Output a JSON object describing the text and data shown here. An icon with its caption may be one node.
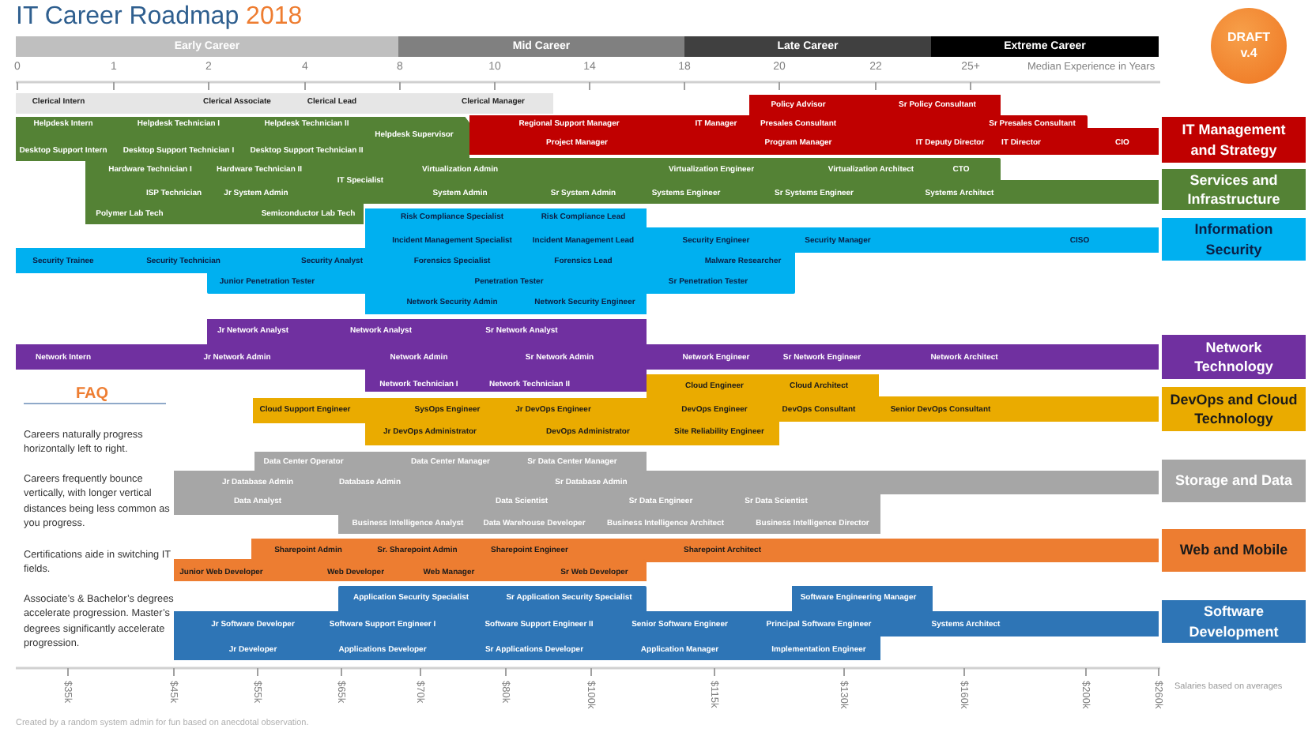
{
  "diagram": {
    "title": "IT Career Roadmap 2018",
    "caption": "Created by a random system admin for fun based on anecdotal observation.",
    "nodes": [
      {
        "text": [
          "Early Career"
        ]
      },
      {
        "text": [
          "Mid Career"
        ]
      },
      {
        "text": [
          "Late Career"
        ]
      },
      {
        "text": [
          "Extreme Career"
        ]
      },
      {
        "text": [
          "DRAFT v.4"
        ]
      },
      {
        "text": [
          "Clerical Intern",
          "Clerical Associate",
          "Clerical Lead",
          "Clerical Manager"
        ]
      },
      {
        "text": [
          "Policy Advisor",
          "Sr Policy Consultant",
          "Regional Support Manager",
          "IT Manager",
          "Presales Consultant",
          "Sr Presales Consultant",
          "Project Manager",
          "Program Manager",
          "IT Deputy Director",
          "IT Director",
          "CIO"
        ]
      },
      {
        "text": [
          "IT Management and Strategy"
        ]
      },
      {
        "text": [
          "Helpdesk Intern",
          "Helpdesk Technician I",
          "Helpdesk Technician II",
          "Helpdesk Supervisor",
          "Desktop Support Intern",
          "Desktop Support Technician I",
          "Desktop Support Technician II",
          "Hardware Technician I",
          "Hardware Technician II",
          "Virtualization Admin",
          "Virtualization Engineer",
          "Virtualization Architect",
          "CTO",
          "IT Specialist",
          "ISP Technician",
          "Jr System Admin",
          "System Admin",
          "Sr System Admin",
          "Systems Engineer",
          "Sr Systems Engineer",
          "Systems Architect",
          "Polymer Lab Tech",
          "Semiconductor Lab Tech"
        ]
      },
      {
        "text": [
          "Services and Infrastructure"
        ]
      },
      {
        "text": [
          "Risk Compliance Specialist",
          "Risk Compliance Lead",
          "Incident Management Specialist",
          "Incident Management Lead",
          "Security Engineer",
          "Security Manager",
          "CISO",
          "Security Trainee",
          "Security Technician",
          "Security Analyst",
          "Forensics Specialist",
          "Forensics Lead",
          "Malware Researcher",
          "Junior Penetration Tester",
          "Penetration Tester",
          "Sr Penetration Tester",
          "Network Security Admin",
          "Network Security Engineer"
        ]
      },
      {
        "text": [
          "Information Security"
        ]
      },
      {
        "text": [
          "Jr Network Analyst",
          "Network Analyst",
          "Sr Network Analyst",
          "Network Intern",
          "Jr Network Admin",
          "Network Admin",
          "Sr Network Admin",
          "Network Engineer",
          "Sr Network Engineer",
          "Network Architect",
          "Network Technician I",
          "Network Technician II"
        ]
      },
      {
        "text": [
          "Network Technology"
        ]
      },
      {
        "text": [
          "Cloud Engineer",
          "Cloud Architect",
          "Cloud Support Engineer",
          "SysOps Engineer",
          "Jr DevOps Engineer",
          "DevOps Engineer",
          "DevOps Consultant",
          "Senior DevOps Consultant",
          "Jr DevOps Administrator",
          "DevOps Administrator",
          "Site Reliability Engineer"
        ]
      },
      {
        "text": [
          "DevOps and Cloud Technology"
        ]
      },
      {
        "text": [
          "Data Center Operator",
          "Data Center Manager",
          "Sr Data Center Manager",
          "Jr Database Admin",
          "Database Admin",
          "Sr Database Admin",
          "Data Analyst",
          "Data Scientist",
          "Sr Data Engineer",
          "Sr Data Scientist",
          "Business Intelligence Analyst",
          "Data Warehouse Developer",
          "Business Intelligence Architect",
          "Business Intelligence Director"
        ]
      },
      {
        "text": [
          "Storage and Data"
        ]
      },
      {
        "text": [
          "Sharepoint Admin",
          "Sr. Sharepoint Admin",
          "Sharepoint Engineer",
          "Sharepoint Architect",
          "Junior Web Developer",
          "Web Developer",
          "Web Manager",
          "Sr Web Developer"
        ]
      },
      {
        "text": [
          "Web and Mobile"
        ]
      },
      {
        "text": [
          "Application Security Specialist",
          "Sr Application Security Specialist",
          "Software Engineering Manager",
          "Jr Software Developer",
          "Software Support Engineer I",
          "Software Support Engineer II",
          "Senior Software Engineer",
          "Principal Software Engineer",
          "Systems Architect",
          "Jr Developer",
          "Applications Developer",
          "Sr Applications Developer",
          "Application Manager",
          "Implementation Engineer"
        ]
      },
      {
        "text": [
          "Software Development"
        ]
      }
    ],
    "labels": [
      "0",
      "1",
      "2",
      "4",
      "8",
      "10",
      "14",
      "18",
      "20",
      "22",
      "25+",
      "Median Experience in Years",
      "FAQ",
      "Careers naturally progress horizontally left to right.",
      "Careers frequently bounce vertically, with longer vertical distances being less common as you progress.",
      "Certifications aide in switching IT fields.",
      "Associate’s & Bachelor’s degrees accelerate progression.  Master’s degrees significantly accelerate progression.",
      "$35k",
      "$45k",
      "$55k",
      "$65k",
      "$70k",
      "$80k",
      "$100k",
      "$115k",
      "$130k",
      "$160k",
      "$200k",
      "$260k",
      "Salaries based on averages"
    ]
  }
}
